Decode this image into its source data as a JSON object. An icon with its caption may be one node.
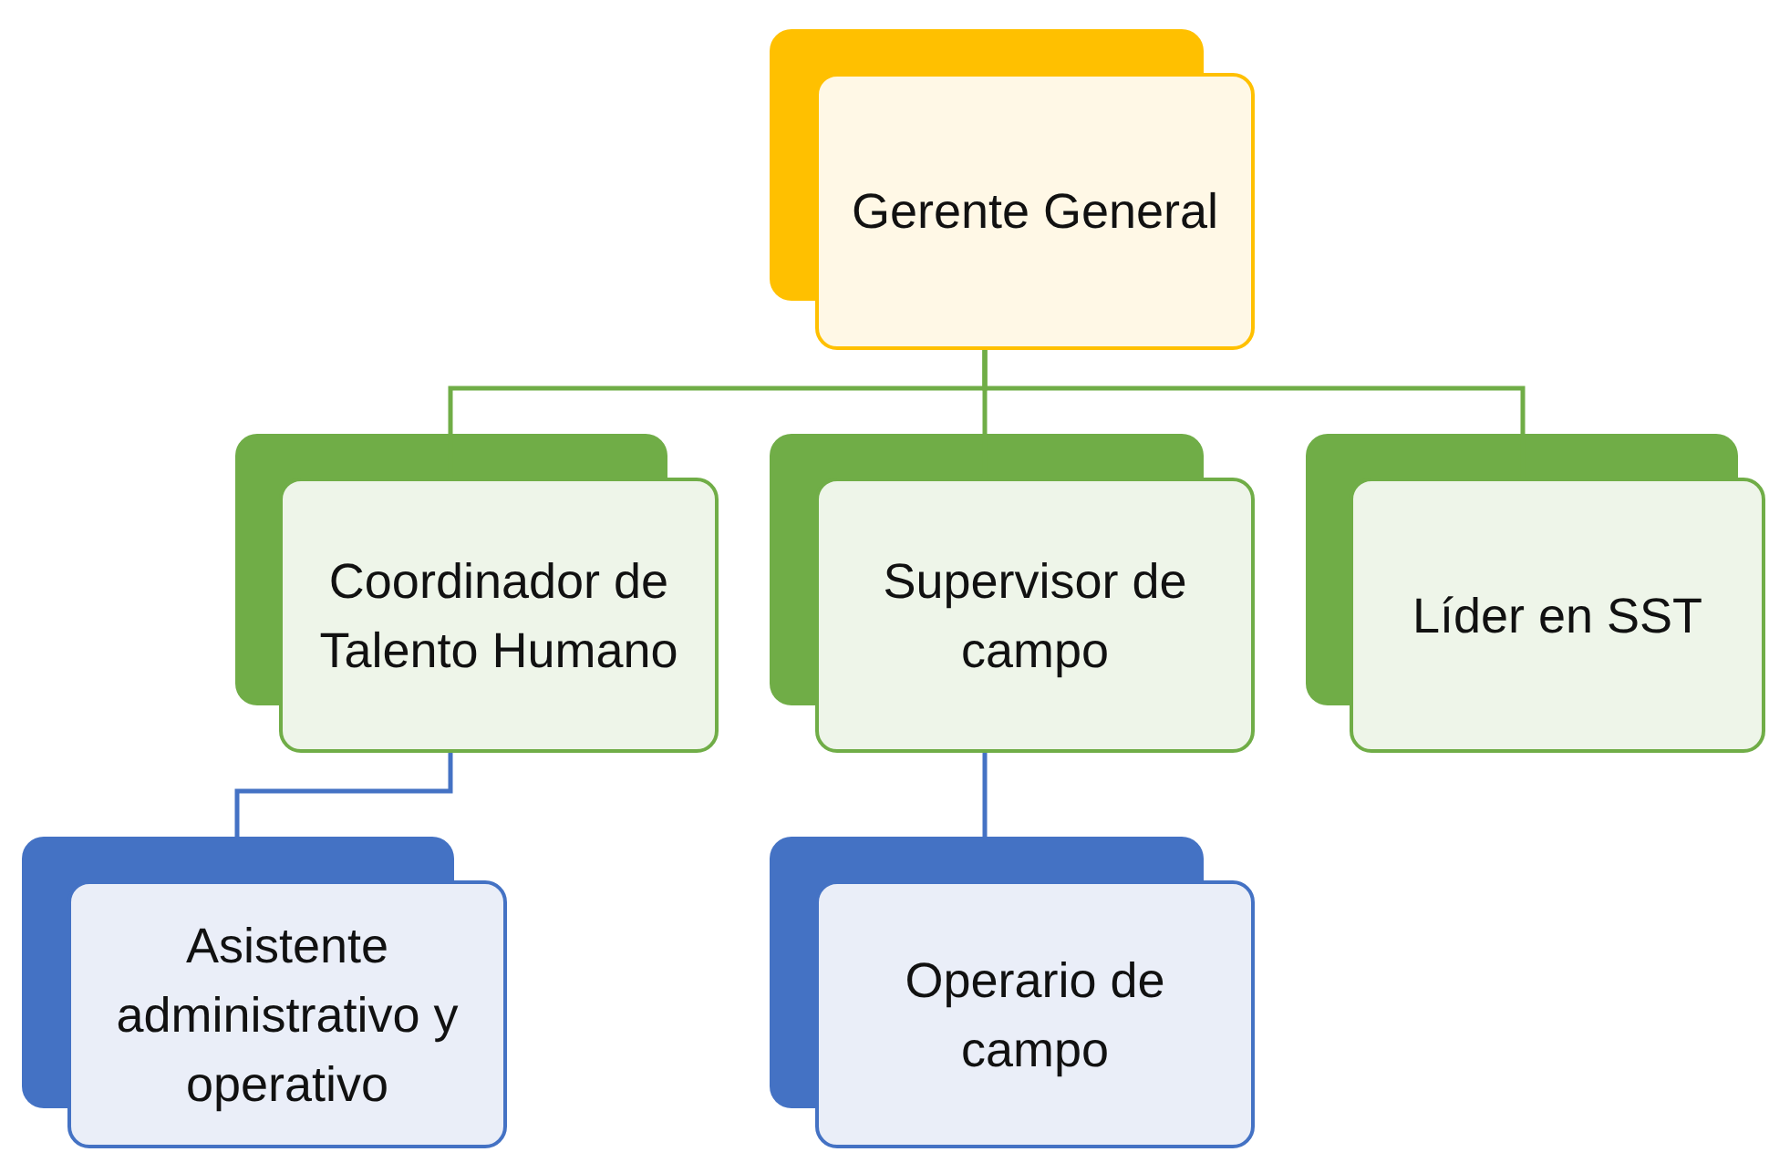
{
  "diagram": {
    "nodes": [
      {
        "text": [
          "Gerente General"
        ]
      },
      {
        "text": [
          "Coordinador de Talento Humano"
        ]
      },
      {
        "text": [
          "Supervisor de campo"
        ]
      },
      {
        "text": [
          "Líder en SST"
        ]
      },
      {
        "text": [
          "Asistente administrativo y operativo"
        ]
      },
      {
        "text": [
          "Operario de campo"
        ]
      }
    ],
    "edges": [
      {
        "from": 0,
        "to": 1,
        "arrow": "none"
      },
      {
        "from": 0,
        "to": 2,
        "arrow": "none"
      },
      {
        "from": 0,
        "to": 3,
        "arrow": "none"
      },
      {
        "from": 1,
        "to": 4,
        "arrow": "none",
        "color": "#4472c4"
      },
      {
        "from": 2,
        "to": 5,
        "arrow": "none",
        "color": "#4472c4"
      }
    ]
  }
}
